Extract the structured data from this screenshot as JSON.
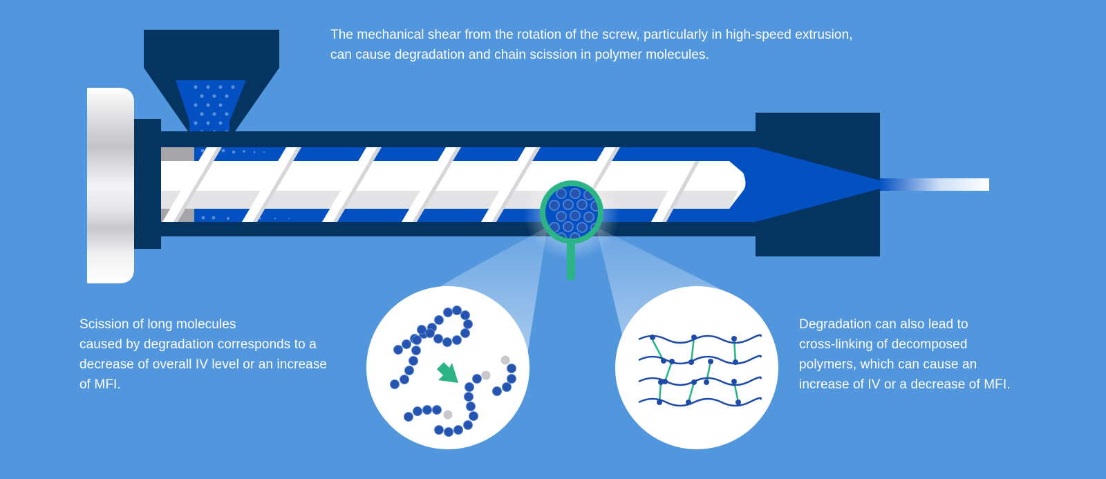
{
  "captions": {
    "top": {
      "lines": [
        "The mechanical shear from the rotation of the screw, particularly in high-speed extrusion,",
        "can cause degradation and chain scission in polymer molecules."
      ]
    },
    "left": {
      "lines": [
        "Scission of long molecules",
        "caused by degradation corresponds to a",
        "decrease of overall IV level or an increase",
        "of MFI."
      ]
    },
    "right": {
      "lines": [
        "Degradation can also lead to",
        "cross-linking of decomposed",
        "polymers, which can cause an",
        "increase of IV or a decrease of MFI."
      ]
    }
  },
  "colors": {
    "background": "#5296de",
    "barrel": "#04345f",
    "melt": "#0250c1",
    "screw": "#f2f2f4",
    "magnifier": "#2bb586",
    "bead": "#2453b0",
    "crosslink": "#2bb586",
    "text": "#ffffff"
  },
  "icons": {
    "hopper": "hopper-icon",
    "magnifier": "magnifier-icon",
    "arrow": "arrow-down-right-icon"
  }
}
